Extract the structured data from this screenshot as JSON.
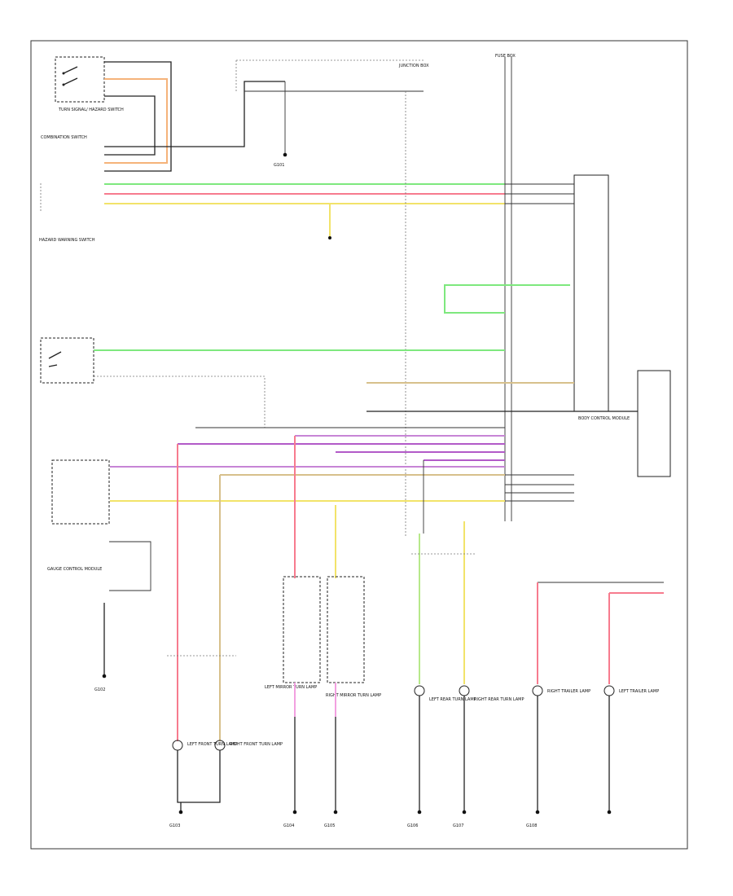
{
  "diagram": {
    "footer_code": "",
    "wire_colors": {
      "green": "#7ee87e",
      "pink": "#f77b8e",
      "yellow": "#f2e36a",
      "orange": "#f5b37a",
      "purple": "#b25ac8",
      "violet": "#c785d6",
      "tan": "#d7c08b",
      "lime": "#b7e88a",
      "black": "#222222"
    },
    "components": [
      {
        "id": "turn-hazard-switch",
        "label": "TURN SIGNAL/ HAZARD SWITCH"
      },
      {
        "id": "combination-switch",
        "label": "COMBINATION SWITCH"
      },
      {
        "id": "hazard-warning-switch",
        "label": "HAZARD WARNING SWITCH"
      },
      {
        "id": "junction-box-1",
        "label": "JUNCTION BOX"
      },
      {
        "id": "fuse-box",
        "label": "FUSE BOX"
      },
      {
        "id": "body-control-module",
        "label": "BODY CONTROL MODULE"
      },
      {
        "id": "left-front-turn-lamp",
        "label": "LEFT FRONT TURN LAMP"
      },
      {
        "id": "right-front-turn-lamp",
        "label": "RIGHT FRONT TURN LAMP"
      },
      {
        "id": "left-mirror-turn-lamp",
        "label": "LEFT MIRROR TURN LAMP"
      },
      {
        "id": "right-mirror-turn-lamp",
        "label": "RIGHT MIRROR TURN LAMP"
      },
      {
        "id": "left-rear-turn-lamp",
        "label": "LEFT REAR TURN LAMP"
      },
      {
        "id": "right-rear-turn-lamp",
        "label": "RIGHT REAR TURN LAMP"
      },
      {
        "id": "right-trailer-lamp",
        "label": "RIGHT TRAILER LAMP"
      },
      {
        "id": "left-trailer-lamp",
        "label": "LEFT TRAILER LAMP"
      },
      {
        "id": "gauge-control-module",
        "label": "GAUGE CONTROL MODULE"
      },
      {
        "id": "g101",
        "label": "G101"
      },
      {
        "id": "g102",
        "label": "G102"
      },
      {
        "id": "g103",
        "label": "G103"
      },
      {
        "id": "g104",
        "label": "G104"
      },
      {
        "id": "g105",
        "label": "G105"
      },
      {
        "id": "g106",
        "label": "G106"
      },
      {
        "id": "g107",
        "label": "G107"
      },
      {
        "id": "g108",
        "label": "G108"
      }
    ]
  }
}
